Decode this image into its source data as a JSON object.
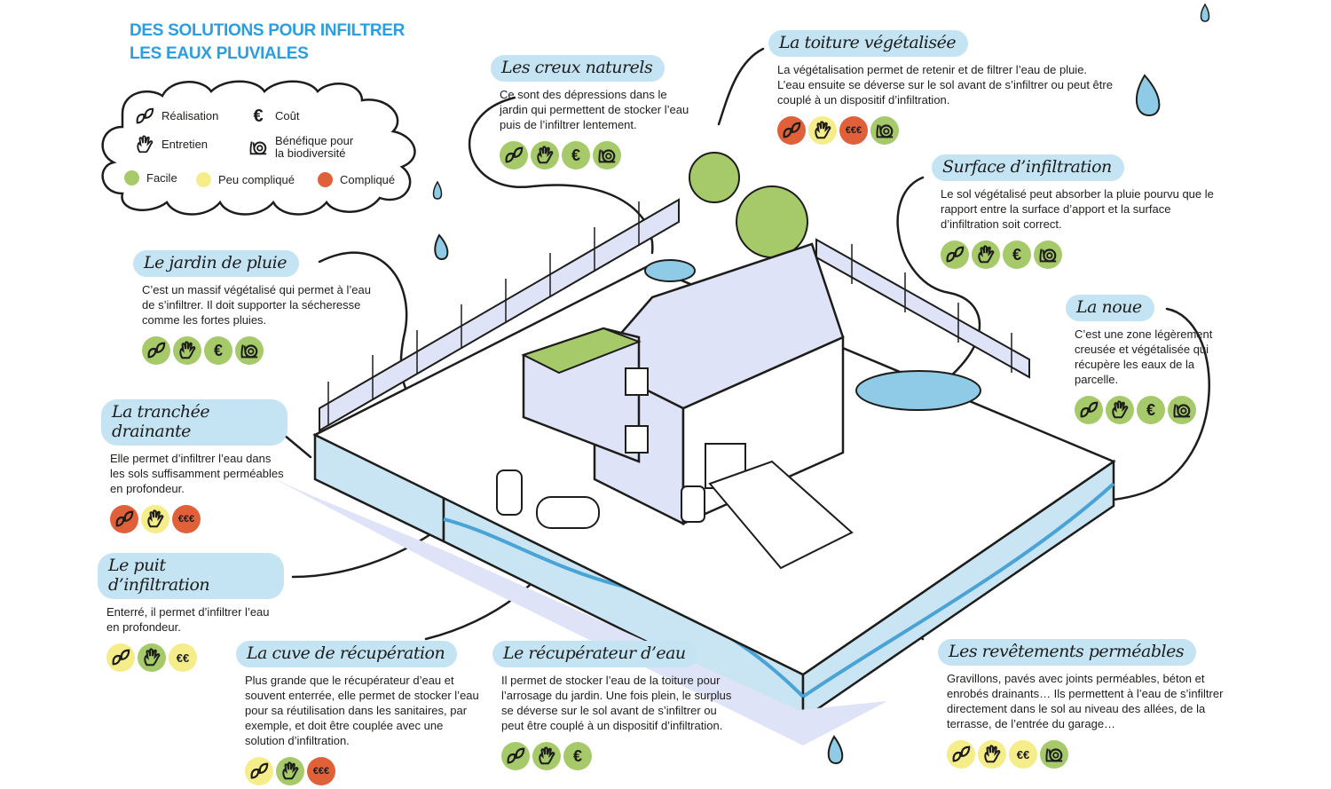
{
  "title": {
    "line1": "DES SOLUTIONS POUR INFILTRER",
    "line2": "LES EAUX PLUVIALES"
  },
  "legend": {
    "realisation": "Réalisation",
    "cout": "Coût",
    "entretien": "Entretien",
    "biodiversite_1": "Bénéfique pour",
    "biodiversite_2": "la biodiversité",
    "facile": "Facile",
    "peu_complique": "Peu compliqué",
    "complique": "Compliqué"
  },
  "colors": {
    "facile": "#a6c96a",
    "peu_complique": "#f5ec8a",
    "complique": "#e0603a",
    "title": "#2a9ee0",
    "label_bg": "#c4e4f4",
    "water": "#8fcbe6",
    "ground": "#dfe3f7"
  },
  "solutions": [
    {
      "id": "toiture",
      "title": "La toiture végétalisée",
      "text": "La végétalisation permet de retenir et de filtrer l’eau de pluie. L’eau ensuite se déverse sur le sol avant de s’infiltrer ou peut être couplé à un dispositif d’infiltration.",
      "ratings": [
        {
          "icon": "leaf",
          "level": "complique"
        },
        {
          "icon": "hand",
          "level": "peu_complique"
        },
        {
          "icon": "euro",
          "cost": "€€€",
          "level": "complique"
        },
        {
          "icon": "snail",
          "level": "facile"
        }
      ]
    },
    {
      "id": "creux",
      "title": "Les creux naturels",
      "text": "Ce sont des dépressions dans le jardin qui permettent de stocker l’eau puis de l’infiltrer lentement.",
      "ratings": [
        {
          "icon": "leaf",
          "level": "facile"
        },
        {
          "icon": "hand",
          "level": "facile"
        },
        {
          "icon": "euro",
          "cost": "€",
          "level": "facile"
        },
        {
          "icon": "snail",
          "level": "facile"
        }
      ]
    },
    {
      "id": "surface",
      "title": "Surface d’infiltration",
      "text": "Le sol végétalisé peut absorber la pluie pourvu que le rapport entre la surface d’apport et la surface d’infiltration soit correct.",
      "ratings": [
        {
          "icon": "leaf",
          "level": "facile"
        },
        {
          "icon": "hand",
          "level": "facile"
        },
        {
          "icon": "euro",
          "cost": "€",
          "level": "facile"
        },
        {
          "icon": "snail",
          "level": "facile"
        }
      ]
    },
    {
      "id": "noue",
      "title": "La noue",
      "text": "C’est une zone légèrement creusée et végétalisée qui récupère les eaux de la parcelle.",
      "ratings": [
        {
          "icon": "leaf",
          "level": "facile"
        },
        {
          "icon": "hand",
          "level": "facile"
        },
        {
          "icon": "euro",
          "cost": "€",
          "level": "facile"
        },
        {
          "icon": "snail",
          "level": "facile"
        }
      ]
    },
    {
      "id": "jardin",
      "title": "Le jardin de pluie",
      "text": "C’est un massif végétalisé qui permet à l’eau de s’infiltrer. Il doit supporter la sécheresse comme les fortes pluies.",
      "ratings": [
        {
          "icon": "leaf",
          "level": "facile"
        },
        {
          "icon": "hand",
          "level": "facile"
        },
        {
          "icon": "euro",
          "cost": "€",
          "level": "facile"
        },
        {
          "icon": "snail",
          "level": "facile"
        }
      ]
    },
    {
      "id": "tranchee",
      "title": "La tranchée drainante",
      "text": "Elle permet d’infiltrer l’eau dans les sols suffisamment perméables en profondeur.",
      "ratings": [
        {
          "icon": "leaf",
          "level": "complique"
        },
        {
          "icon": "hand",
          "level": "peu_complique"
        },
        {
          "icon": "euro",
          "cost": "€€€",
          "level": "complique"
        }
      ]
    },
    {
      "id": "puits",
      "title": "Le puit d’infiltration",
      "text": "Enterré, il permet d’infiltrer l’eau en profondeur.",
      "ratings": [
        {
          "icon": "leaf",
          "level": "peu_complique"
        },
        {
          "icon": "hand",
          "level": "facile"
        },
        {
          "icon": "euro",
          "cost": "€€",
          "level": "peu_complique"
        }
      ]
    },
    {
      "id": "cuve",
      "title": "La cuve de récupération",
      "text": "Plus grande que le récupérateur d’eau et souvent enterrée, elle permet de stocker l’eau pour sa réutilisation dans les sanitaires, par exemple, et doit être couplée avec une solution d’infiltration.",
      "ratings": [
        {
          "icon": "leaf",
          "level": "peu_complique"
        },
        {
          "icon": "hand",
          "level": "facile"
        },
        {
          "icon": "euro",
          "cost": "€€€",
          "level": "complique"
        }
      ]
    },
    {
      "id": "recuperateur",
      "title": "Le récupérateur d’eau",
      "text": "Il permet de stocker l’eau de la toiture pour l’arrosage du jardin. Une fois plein, le surplus se déverse sur le sol avant de s’infiltrer ou peut être couplé à un dispositif d’infiltration.",
      "ratings": [
        {
          "icon": "leaf",
          "level": "facile"
        },
        {
          "icon": "hand",
          "level": "facile"
        },
        {
          "icon": "euro",
          "cost": "€",
          "level": "facile"
        }
      ]
    },
    {
      "id": "revetements",
      "title": "Les revêtements perméables",
      "text": "Gravillons, pavés avec joints perméables, béton et enrobés drainants… Ils permettent à l’eau de s’infiltrer directement dans le sol au niveau des allées, de la terrasse, de l’entrée du garage…",
      "ratings": [
        {
          "icon": "leaf",
          "level": "peu_complique"
        },
        {
          "icon": "hand",
          "level": "peu_complique"
        },
        {
          "icon": "euro",
          "cost": "€€",
          "level": "peu_complique"
        },
        {
          "icon": "snail",
          "level": "facile"
        }
      ]
    }
  ]
}
